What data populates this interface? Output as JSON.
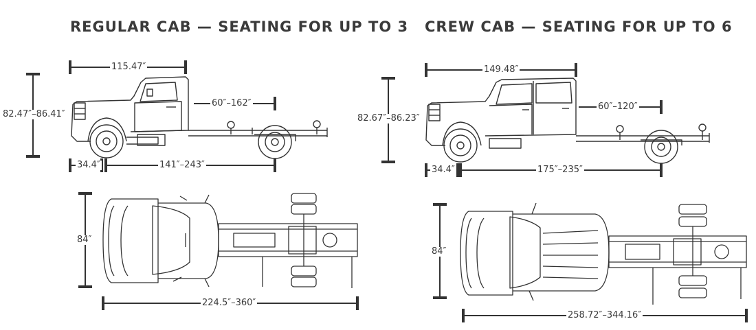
{
  "regular": {
    "title": "REGULAR CAB — SEATING FOR UP TO 3",
    "dims": {
      "cab_length": "115.47″",
      "height": "82.47″–86.41″",
      "ca": "60″–162″",
      "front_overhang": "34.4″",
      "wheelbase": "141″–243″",
      "width": "84″",
      "overall_length": "224.5″–360″"
    }
  },
  "crew": {
    "title": "CREW CAB — SEATING FOR UP TO 6",
    "dims": {
      "cab_length": "149.48″",
      "height": "82.67″–86.23″",
      "ca": "60″–120″",
      "front_overhang": "34.4″",
      "wheelbase": "175″–235″",
      "width": "84″",
      "overall_length": "258.72″–344.16″"
    }
  }
}
